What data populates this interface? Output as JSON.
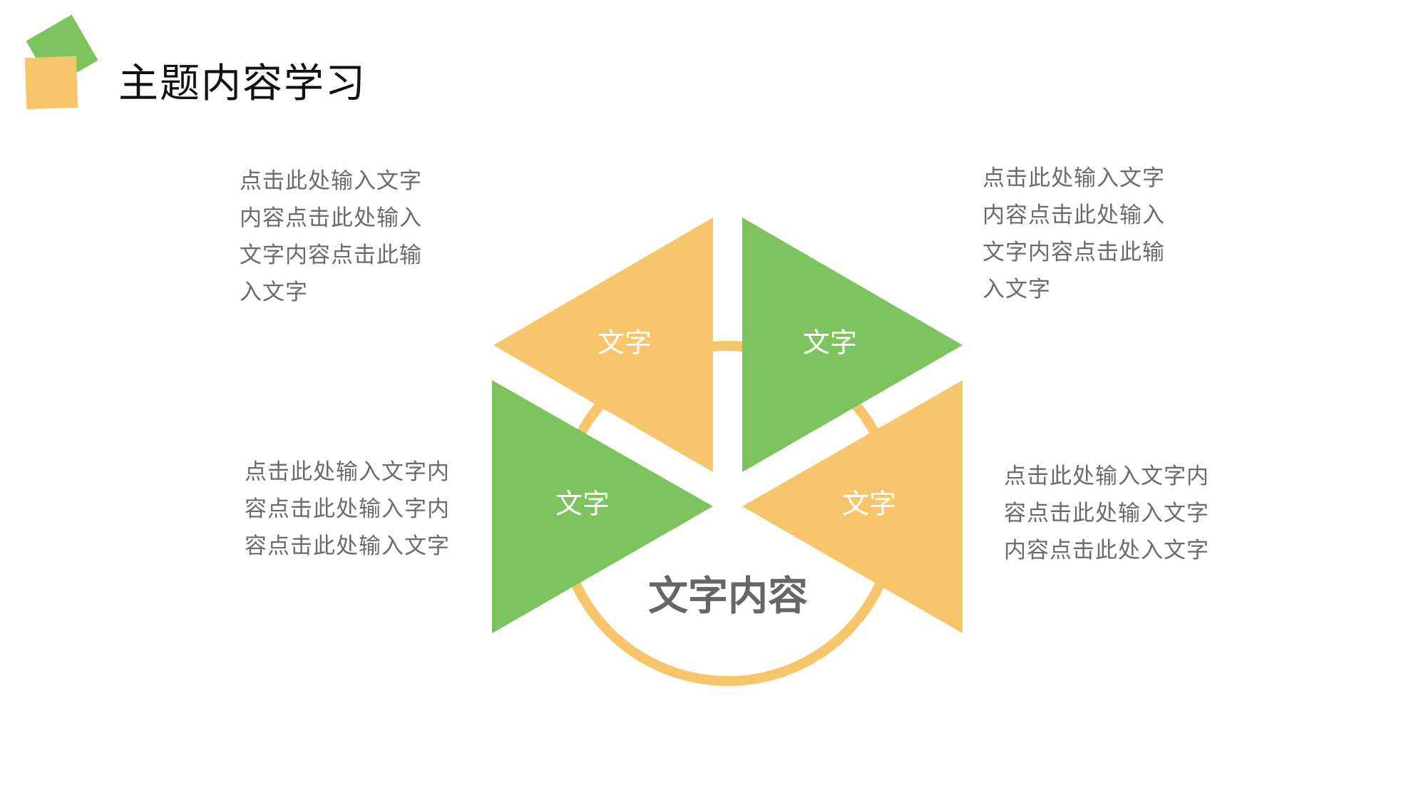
{
  "title": "主题内容学习",
  "colors": {
    "yellow": "#F7C66B",
    "green": "#7DC35E",
    "center_text": "#666666",
    "body_text": "#6b6b6b"
  },
  "diagram": {
    "center_label": "文字内容",
    "segments": [
      {
        "label": "文字",
        "color": "yellow"
      },
      {
        "label": "文字",
        "color": "green"
      },
      {
        "label": "文字",
        "color": "green"
      },
      {
        "label": "文字",
        "color": "yellow"
      }
    ]
  },
  "text_blocks": {
    "top_left": "点击此处输入文字\n内容点击此处输入\n文字内容点击此输\n入文字",
    "top_right": "点击此处输入文字\n内容点击此处输入\n文字内容点击此输\n入文字",
    "bottom_left": "点击此处输入文字内\n容点击此处输入字内\n容点击此处输入文字",
    "bottom_right": "点击此处输入文字内\n容点击此处输入文字\n内容点击此处入文字"
  }
}
